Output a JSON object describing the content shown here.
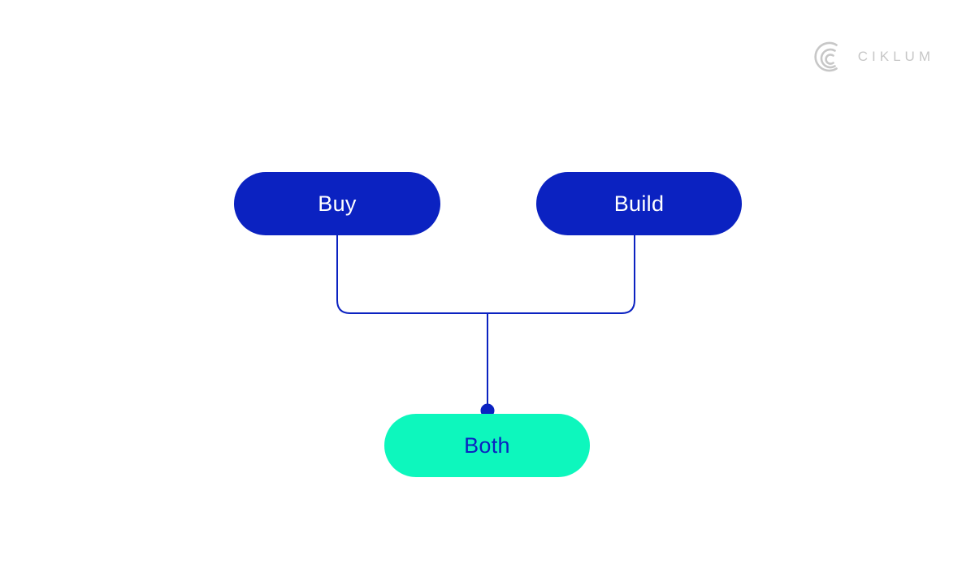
{
  "page": {
    "background": "#ffffff"
  },
  "colors": {
    "blue": "#0b22c1",
    "mint": "#0df7bd",
    "white": "#ffffff",
    "logo_gray": "#c7c7c7"
  },
  "logo": {
    "brand": "CIKLUM",
    "mark_icon": "ciklum-nested-arcs-monogram"
  },
  "diagram": {
    "type": "flow",
    "nodes": [
      {
        "id": "buy",
        "label": "Buy",
        "shape": "pill",
        "fill": "#0b22c1",
        "text_color": "#ffffff"
      },
      {
        "id": "build",
        "label": "Build",
        "shape": "pill",
        "fill": "#0b22c1",
        "text_color": "#ffffff"
      },
      {
        "id": "both",
        "label": "Both",
        "shape": "pill",
        "fill": "#0df7bd",
        "text_color": "#0b22c1"
      }
    ],
    "edges": [
      {
        "from": "buy",
        "to": "both",
        "style": "rounded-elbow",
        "color": "#0b22c1"
      },
      {
        "from": "build",
        "to": "both",
        "style": "rounded-elbow",
        "color": "#0b22c1"
      }
    ],
    "junction": {
      "shape": "filled-dot",
      "color": "#0b22c1"
    }
  }
}
